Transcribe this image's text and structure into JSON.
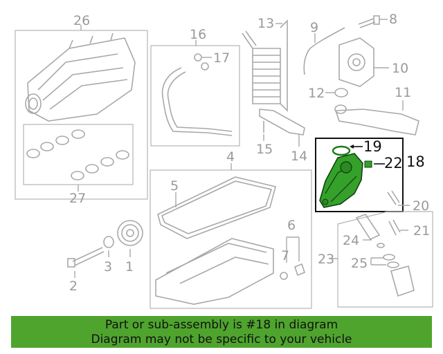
{
  "callouts": {
    "c26": "26",
    "c27": "27",
    "c16": "16",
    "c17": "17",
    "c13": "13",
    "c8": "8",
    "c9": "9",
    "c10": "10",
    "c12": "12",
    "c11": "11",
    "c15": "15",
    "c14": "14",
    "c19": "19",
    "c22": "22",
    "c18": "18",
    "c4": "4",
    "c5": "5",
    "c6": "6",
    "c7": "7",
    "c20": "20",
    "c21": "21",
    "c23": "23",
    "c24": "24",
    "c25": "25",
    "c1": "1",
    "c2": "2",
    "c3": "3"
  },
  "highlight": {
    "part_number": "18",
    "color": "#35a02a"
  },
  "footer": {
    "line1": "Part or sub-assembly is #18 in diagram",
    "line2": "Diagram may not be specific to your vehicle",
    "background": "#4fa42e"
  }
}
